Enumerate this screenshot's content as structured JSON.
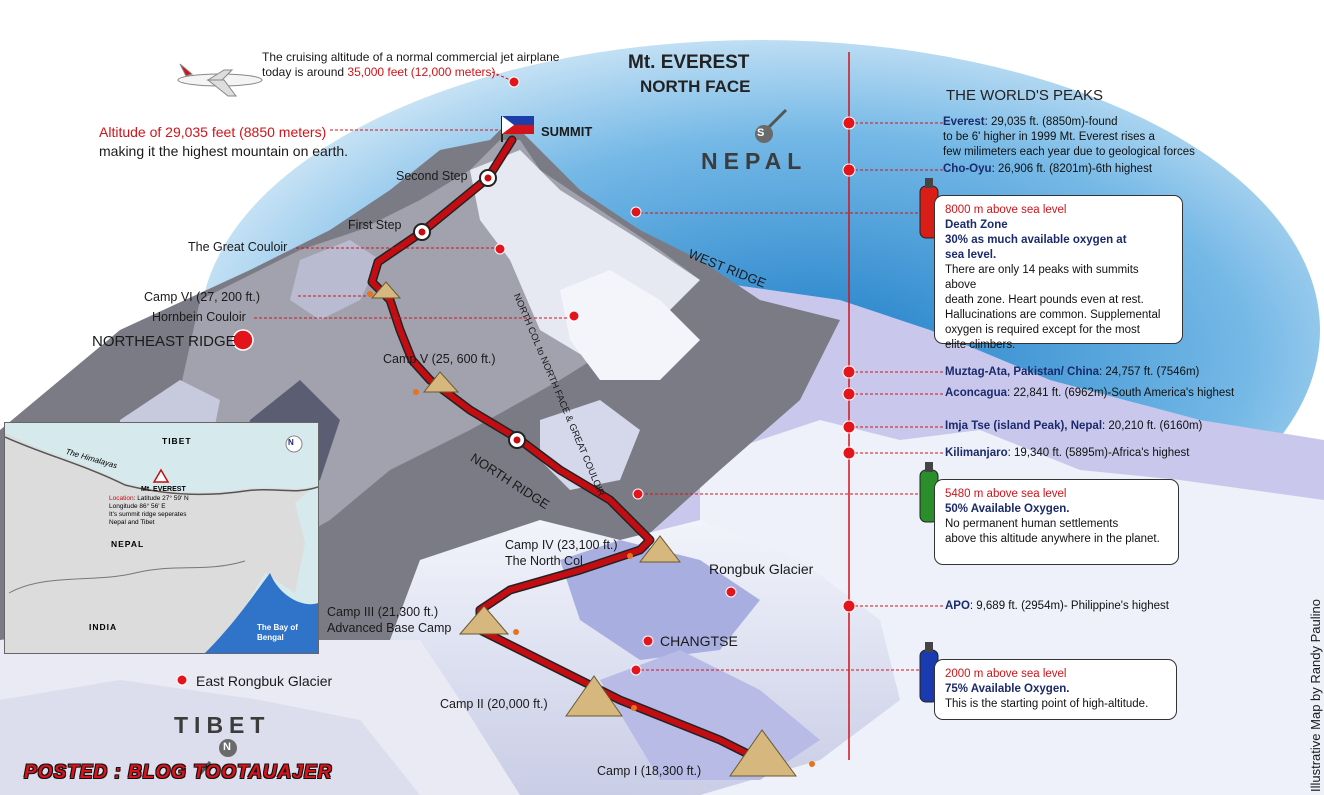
{
  "title": {
    "line1": "Mt. EVEREST",
    "line2": "NORTH FACE"
  },
  "jet_note": {
    "line1": "The cruising altitude of a normal commercial jet airplane",
    "line2_prefix": "today is around ",
    "line2_highlight": "35,000 feet (12,000 meters)."
  },
  "altitude_note": {
    "highlight": "Altitude of 29,035 feet (8850 meters)",
    "rest": "making it the highest mountain on earth."
  },
  "summit_label": "SUMMIT",
  "nepal_label": "NEPAL",
  "nepal_compass": "S",
  "tibet_label": "TIBET",
  "tibet_compass": "N",
  "route_labels": {
    "second_step": "Second Step",
    "first_step": "First Step",
    "great_couloir": "The Great Couloir",
    "camp6": "Camp VI (27, 200 ft.)",
    "hornbein": "Hornbein Couloir",
    "northeast_ridge": "NORTHEAST RIDGE",
    "camp5": "Camp V (25, 600 ft.)",
    "north_ridge": "NORTH RIDGE",
    "north_col_route": "NORTH COL to NORTH FACE & GREAT COULOIR",
    "west_ridge": "WEST RIDGE",
    "camp4_a": "Camp IV (23,100 ft.)",
    "camp4_b": "The North Col",
    "camp3_a": "Camp III (21,300 ft.)",
    "camp3_b": "Advanced Base Camp",
    "camp2": "Camp II (20,000 ft.)",
    "camp1": "Camp I (18,300 ft.)",
    "rongbuk": "Rongbuk Glacier",
    "changtse": "CHANGTSE",
    "east_rongbuk": "East Rongbuk Glacier"
  },
  "peaks_title": "THE WORLD'S PEAKS",
  "peaks": {
    "everest_name": "Everest",
    "everest_l1": ": 29,035 ft. (8850m)-found",
    "everest_l2": "to be 6' higher in 1999 Mt. Everest rises a",
    "everest_l3": "few milimeters each year due to geological forces",
    "choyu_name": "Cho-Oyu",
    "choyu_rest": ": 26,906 ft. (8201m)-6th highest",
    "muztag_name": "Muztag-Ata, Pakistan/ China",
    "muztag_rest": ": 24,757 ft. (7546m)",
    "aconcagua_name": "Aconcagua",
    "aconcagua_rest": ": 22,841 ft. (6962m)-South America's highest",
    "imja_name": "Imja Tse (island Peak), Nepal",
    "imja_rest": ": 20,210 ft. (6160m)",
    "kili_name": "Kilimanjaro",
    "kili_rest": ": 19,340 ft. (5895m)-Africa's highest",
    "apo_name": "APO",
    "apo_rest": ": 9,689 ft. (2954m)- Philippine's highest"
  },
  "zones": {
    "z8000": {
      "level": "8000 m above sea level",
      "b1": "Death Zone",
      "b2": "30% as much available oxygen at",
      "b3": "sea level.",
      "d1": "There are only 14 peaks with summits above",
      "d2": "death zone. Heart pounds even at rest.",
      "d3": "Hallucinations are common. Supplemental",
      "d4": "oxygen is required except for the most",
      "d5": "elite climbers.",
      "tank_color": "#d81e17"
    },
    "z5480": {
      "level": "5480 m above sea level",
      "b1": "50% Available Oxygen.",
      "d1": "No permanent human settlements",
      "d2": "above this altitude anywhere in the planet.",
      "tank_color": "#2a8f2a"
    },
    "z2000": {
      "level": "2000 m above sea level",
      "b1": "75% Available Oxygen.",
      "d1": "This is the starting point of high-altitude.",
      "tank_color": "#1a3bb0"
    }
  },
  "inset_map": {
    "tibet": "TIBET",
    "himalayas": "The Himalayas",
    "mt_everest": "Mt. EVEREST",
    "location_label": "Location",
    "location_value": ": Latitude 27° 59' N",
    "longitude": "Longitude 86° 56' E",
    "ridge_1": "It's summit ridge seperates",
    "ridge_2": "Nepal and Tibet",
    "nepal": "NEPAL",
    "india": "INDIA",
    "bay_1": "The Bay of",
    "bay_2": "Bengal",
    "compass": "N"
  },
  "credit": "Illustrative Map by Randy Paulino",
  "watermark": "POSTED : BLOG TOOTAUAJER",
  "colors": {
    "accent_red": "#d21319",
    "navy": "#1b2a6b",
    "route": "#c40d12"
  }
}
